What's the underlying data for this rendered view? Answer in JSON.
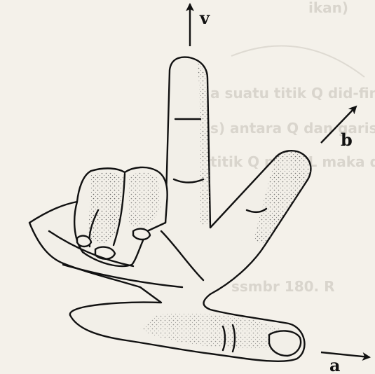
{
  "diagram": {
    "vectors": [
      {
        "id": "v",
        "label": "v"
      },
      {
        "id": "b",
        "label": "b"
      },
      {
        "id": "a",
        "label": "a"
      }
    ],
    "background_text": [
      "ikan)",
      "a suatu titik Q did-finisikan seba",
      "s) antara Q dan garis L di mana",
      "titik Q pada L maka d = |r| sin",
      "ssmbr 180. R"
    ],
    "colors": {
      "ink": "#111111",
      "paper": "#f4f1ea",
      "ghost": "#b9b4ab"
    }
  }
}
